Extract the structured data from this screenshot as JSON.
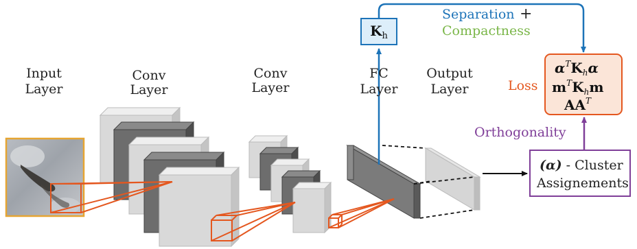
{
  "colors": {
    "orange": "#e4571f",
    "blue": "#1c73b8",
    "green": "#7ab648",
    "purple": "#7f3e98",
    "gold": "#e6a532",
    "dark_block": "#6d6d6d",
    "light_block": "#d6d6d6",
    "fc_block": "#7b7b7b",
    "loss_fill": "#fbe5d8",
    "kh_fill": "#ddeefa"
  },
  "layers": {
    "input": [
      "Input",
      "Layer"
    ],
    "conv1": [
      "Conv",
      "Layer"
    ],
    "conv2": [
      "Conv",
      "Layer"
    ],
    "fc": [
      "FC",
      "Layer"
    ],
    "output": [
      "Output",
      "Layer"
    ]
  },
  "kh_box": {
    "main": "K",
    "sub": "h"
  },
  "top_label": {
    "separation": "Separation",
    "plus": "+",
    "compactness": "Compactness"
  },
  "loss": {
    "label": "Loss",
    "line1": {
      "a": "α",
      "sup": "T",
      "b": "K",
      "sub": "h",
      "c": "α"
    },
    "line2": {
      "a": "m",
      "sup": "T",
      "b": "K",
      "sub": "h",
      "c": "m"
    },
    "line3": {
      "a": "AA",
      "sup": "T"
    }
  },
  "orthogonality": "Orthogonality",
  "cluster": {
    "line1_symbol": "(α)",
    "line1_rest": " - Cluster",
    "line2": "Assignements"
  }
}
